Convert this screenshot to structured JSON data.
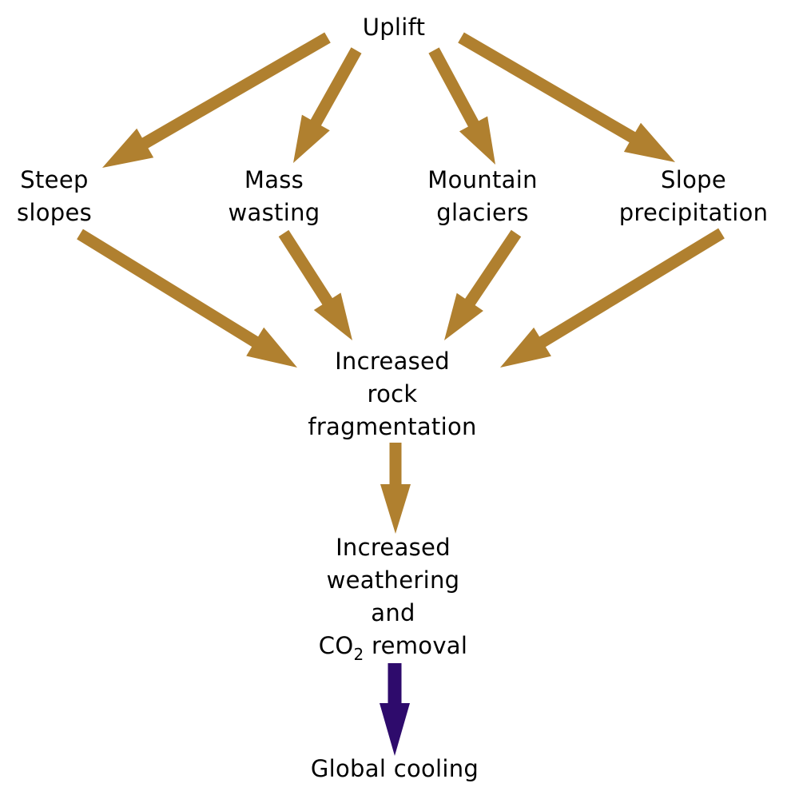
{
  "colors": {
    "arrow_primary": "#B0802F",
    "arrow_final": "#2E0B6C",
    "text": "#000000",
    "background": "#FFFFFF"
  },
  "nodes": {
    "uplift": {
      "lines": [
        "Uplift"
      ]
    },
    "steep_slopes": {
      "lines": [
        "Steep",
        "slopes"
      ]
    },
    "mass_wasting": {
      "lines": [
        "Mass",
        "wasting"
      ]
    },
    "mountain_glaciers": {
      "lines": [
        "Mountain",
        "glaciers"
      ]
    },
    "slope_precipitation": {
      "lines": [
        "Slope",
        "precipitation"
      ]
    },
    "rock_fragmentation": {
      "lines": [
        "Increased",
        "rock",
        "fragmentation"
      ]
    },
    "weathering": {
      "lines": [
        "Increased",
        "weathering",
        "and"
      ],
      "co2_prefix": "CO",
      "co2_sub": "2",
      "co2_suffix": " removal"
    },
    "global_cooling": {
      "lines": [
        "Global cooling"
      ]
    }
  },
  "edges": [
    {
      "from": "uplift",
      "to": "steep_slopes"
    },
    {
      "from": "uplift",
      "to": "mass_wasting"
    },
    {
      "from": "uplift",
      "to": "mountain_glaciers"
    },
    {
      "from": "uplift",
      "to": "slope_precipitation"
    },
    {
      "from": "steep_slopes",
      "to": "rock_fragmentation"
    },
    {
      "from": "mass_wasting",
      "to": "rock_fragmentation"
    },
    {
      "from": "mountain_glaciers",
      "to": "rock_fragmentation"
    },
    {
      "from": "slope_precipitation",
      "to": "rock_fragmentation"
    },
    {
      "from": "rock_fragmentation",
      "to": "weathering"
    },
    {
      "from": "weathering",
      "to": "global_cooling"
    }
  ]
}
